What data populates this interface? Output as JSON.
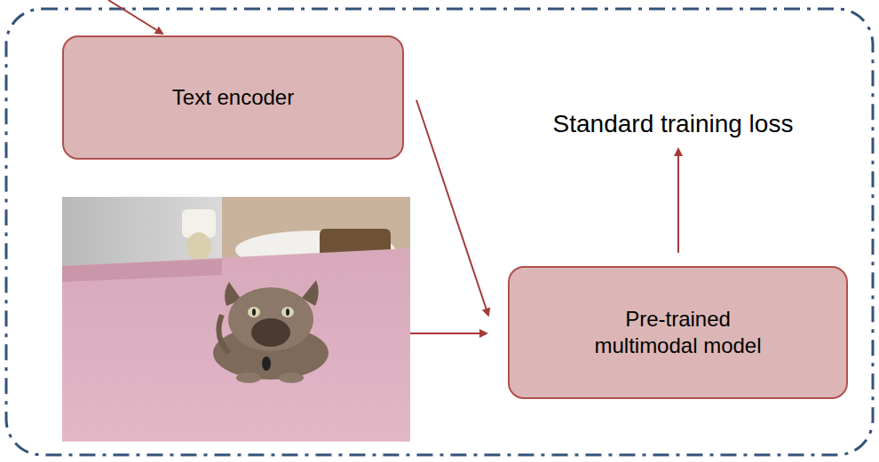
{
  "diagram": {
    "nodes": [
      {
        "text": [
          "Text encoder"
        ]
      },
      {
        "text": [
          "Pre-trained multimodal model"
        ]
      }
    ],
    "edges": [
      {
        "from": 0,
        "to": 1,
        "arrow": "to"
      }
    ],
    "labels": [
      "Standard training loss"
    ]
  }
}
